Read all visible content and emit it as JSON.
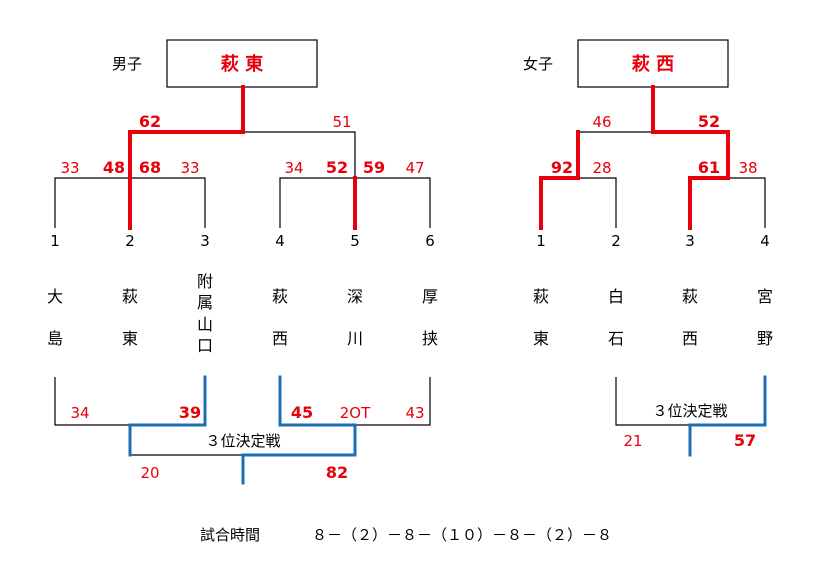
{
  "boys": {
    "label": "男子",
    "champion": "萩 東",
    "seeds": [
      "1",
      "2",
      "3",
      "4",
      "5",
      "6"
    ],
    "teams": [
      [
        "大",
        "島"
      ],
      [
        "萩",
        "東"
      ],
      [
        "附",
        "属",
        "山",
        "口"
      ],
      [
        "萩",
        "西"
      ],
      [
        "深",
        "川"
      ],
      [
        "厚",
        "挟"
      ]
    ],
    "scores": {
      "final_left": "62",
      "final_right": "51",
      "semi1_left_outer": "33",
      "semi1_left_inner": "48",
      "semi1_right_inner": "68",
      "semi1_right_outer": "33",
      "semi2_left_outer": "34",
      "semi2_left_inner": "52",
      "semi2_right_inner": "59",
      "semi2_right_outer": "47"
    },
    "first_round_left_1": "34",
    "first_round_left_2": "39",
    "first_round_right_1": "45",
    "first_round_right_ot": "2OT",
    "first_round_right_2": "43",
    "third_place": {
      "label": "３位決定戦",
      "left": "20",
      "right": "82"
    }
  },
  "girls": {
    "label": "女子",
    "champion": "萩 西",
    "seeds": [
      "1",
      "2",
      "3",
      "4"
    ],
    "teams": [
      [
        "萩",
        "東"
      ],
      [
        "白",
        "石"
      ],
      [
        "萩",
        "西"
      ],
      [
        "宮",
        "野"
      ]
    ],
    "scores": {
      "final_left": "46",
      "final_right": "52",
      "semi1_left": "92",
      "semi1_right": "28",
      "semi2_left": "61",
      "semi2_right": "38"
    },
    "third_place": {
      "label": "３位決定戦",
      "left": "21",
      "right": "57"
    }
  },
  "footer": {
    "label": "試合時間",
    "value": "８－（２）－８－（１０）－８－（２）－８"
  }
}
